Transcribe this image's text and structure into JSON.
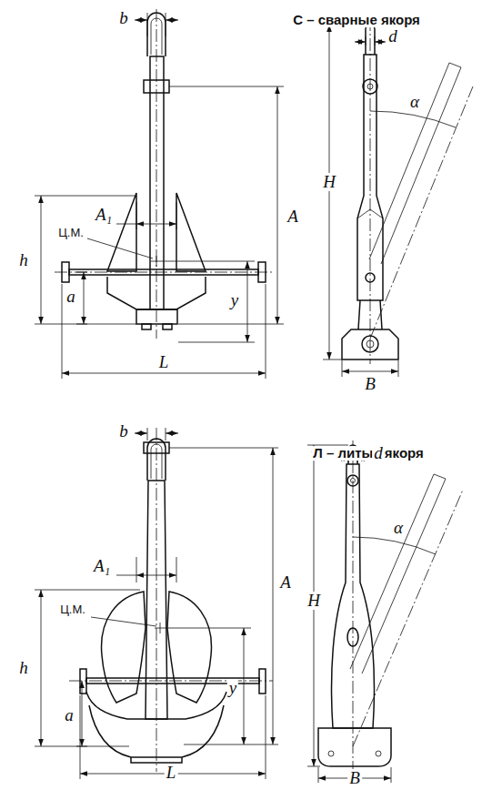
{
  "diagram": {
    "labels": [
      "С – сварные якоря",
      "b",
      "d",
      "A₁",
      "Ц.М.",
      "h",
      "A",
      "H",
      "α",
      "a",
      "y",
      "L",
      "B",
      "Л – литые якоря",
      "b",
      "d",
      "A₁",
      "Ц.М.",
      "h",
      "A",
      "H",
      "α",
      "a",
      "y",
      "L",
      "B"
    ]
  }
}
